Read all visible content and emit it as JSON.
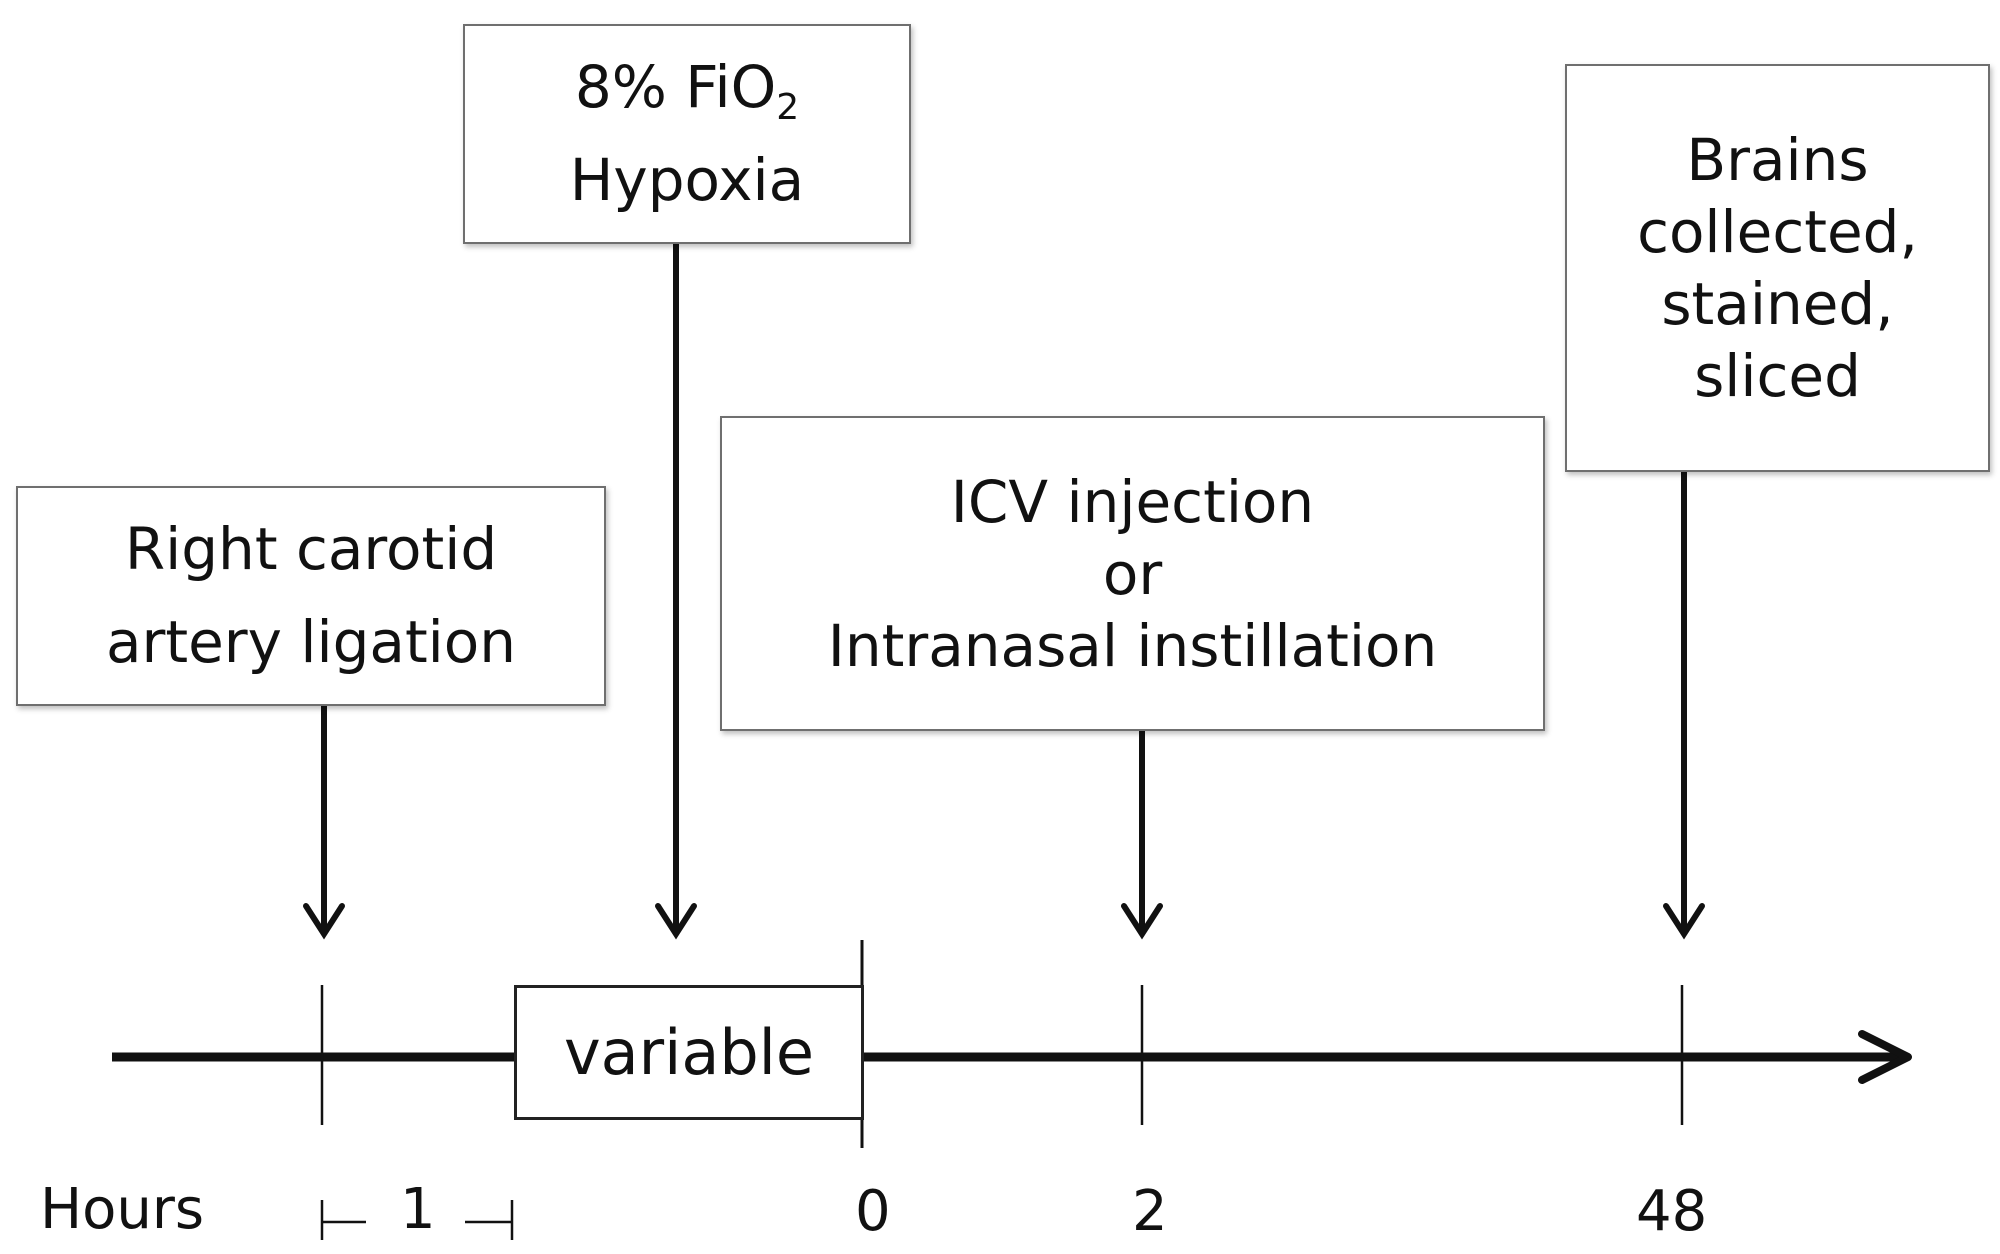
{
  "events": {
    "ligation": {
      "lines": [
        "Right carotid",
        "artery ligation"
      ]
    },
    "hypoxia": {
      "line1_main": "8% FiO",
      "line1_sub": "2",
      "line2": "Hypoxia"
    },
    "treatment": {
      "lines": [
        "ICV injection",
        "or",
        "Intranasal instillation"
      ]
    },
    "collection": {
      "lines": [
        "Brains",
        "collected,",
        "stained,",
        "sliced"
      ]
    }
  },
  "timeline": {
    "variable_label": "variable",
    "axis_label": "Hours",
    "interval_label": "1",
    "ticks": [
      "0",
      "2",
      "48"
    ]
  },
  "colors": {
    "box_border": "#6f6f6f",
    "line": "#111111"
  }
}
